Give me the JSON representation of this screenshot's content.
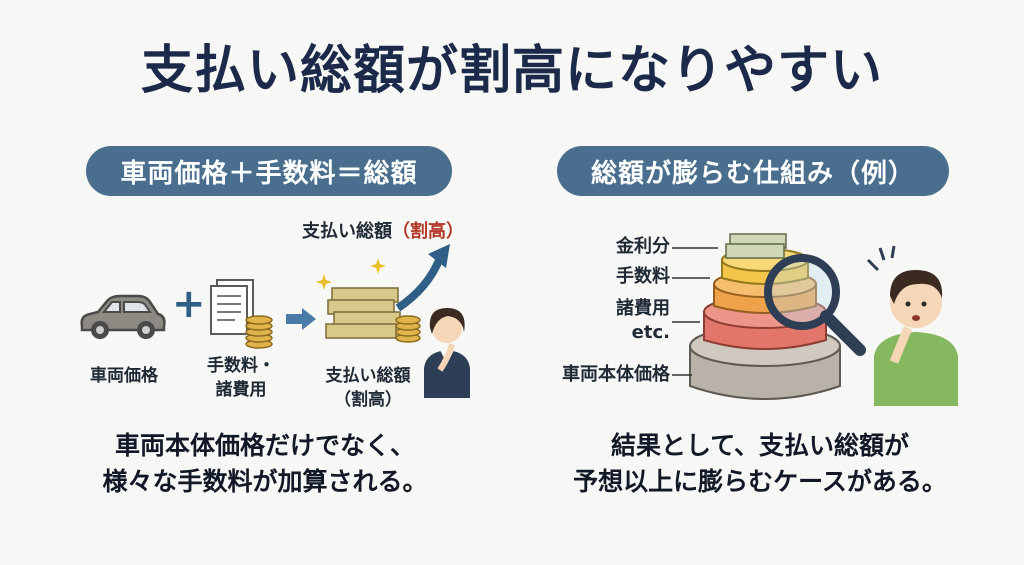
{
  "title": "支払い総額が割高になりやすい",
  "left": {
    "header": "車両価格＋手数料＝総額",
    "total_label_main": "支払い総額",
    "total_label_paren": "（割高）",
    "car_label": "車両価格",
    "plus_symbol": "+",
    "fees_label_line1": "手数料・",
    "fees_label_line2": "諸費用",
    "sum_label_line1": "支払い総額",
    "sum_label_line2": "（割高）",
    "caption_line1": "車両本体価格だけでなく、",
    "caption_line2": "様々な手数料が加算される。"
  },
  "right": {
    "header": "総額が膨らむ仕組み（例）",
    "layers": [
      {
        "label": "金利分",
        "color": "#f3c64a"
      },
      {
        "label": "手数料",
        "color": "#f0a24a"
      },
      {
        "label": "諸費用",
        "color": "#e2766a"
      },
      {
        "label": "etc.",
        "color": "#e2766a"
      },
      {
        "label": "車両本体価格",
        "color": "#b8b2a8"
      }
    ],
    "caption_line1": "結果として、支払い総額が",
    "caption_line2": "予想以上に膨らむケースがある。"
  },
  "colors": {
    "title": "#1b2a4a",
    "pill": "#4a6f8e",
    "accent_red": "#b33a2a",
    "arrow_blue": "#4a7aa8"
  }
}
